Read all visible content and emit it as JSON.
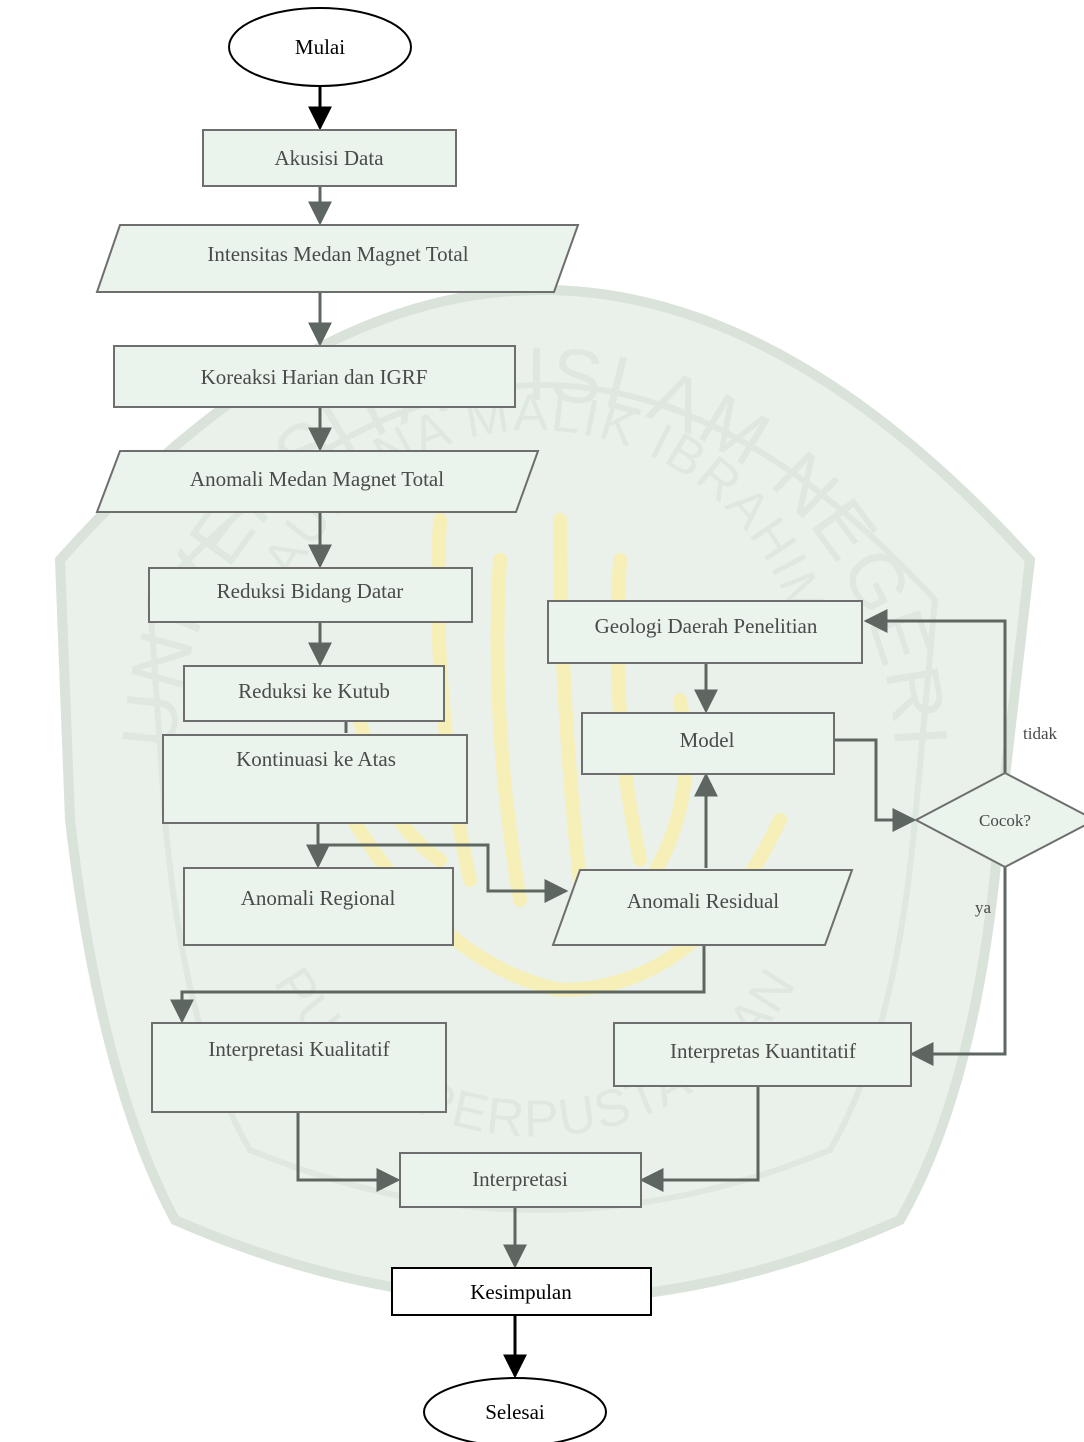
{
  "watermark": {
    "outer_text": "UNIVERSITAS ISLAM NEGERI",
    "inner_text": "MAULANA MALIK IBRAHIM",
    "bottom_text": "PUSAT PERPUSTAKAAN",
    "colors": {
      "fill": "#e9f1ea",
      "ring": "#d9e3da",
      "text": "#dfe8e0",
      "emblem": "#f7efb8"
    }
  },
  "colors": {
    "node_fill": "#eaf3ec",
    "node_stroke": "#6e6e6e",
    "arrow_grey": "#5d6660",
    "arrow_black": "#000000",
    "terminal_stroke": "#000000"
  },
  "nodes": {
    "start": "Mulai",
    "akusisi": "Akusisi Data",
    "intensitas": "Intensitas Medan Magnet Total",
    "koreksi": "Koreaksi Harian dan IGRF",
    "anomali_total": "Anomali Medan Magnet Total",
    "reduksi_bidang": "Reduksi Bidang Datar",
    "reduksi_kutub": "Reduksi ke Kutub",
    "kontinuasi": "Kontinuasi ke Atas",
    "anomali_regional": "Anomali Regional",
    "anomali_residual": "Anomali Residual",
    "geologi": "Geologi Daerah Penelitian",
    "model": "Model",
    "cocok": "Cocok?",
    "interp_kualitatif": "Interpretasi Kualitatif",
    "interp_kuantitatif": "Interpretas Kuantitatif",
    "interpretasi": "Interpretasi",
    "kesimpulan": "Kesimpulan",
    "end": "Selesai"
  },
  "edge_labels": {
    "tidak": "tidak",
    "ya": "ya"
  }
}
